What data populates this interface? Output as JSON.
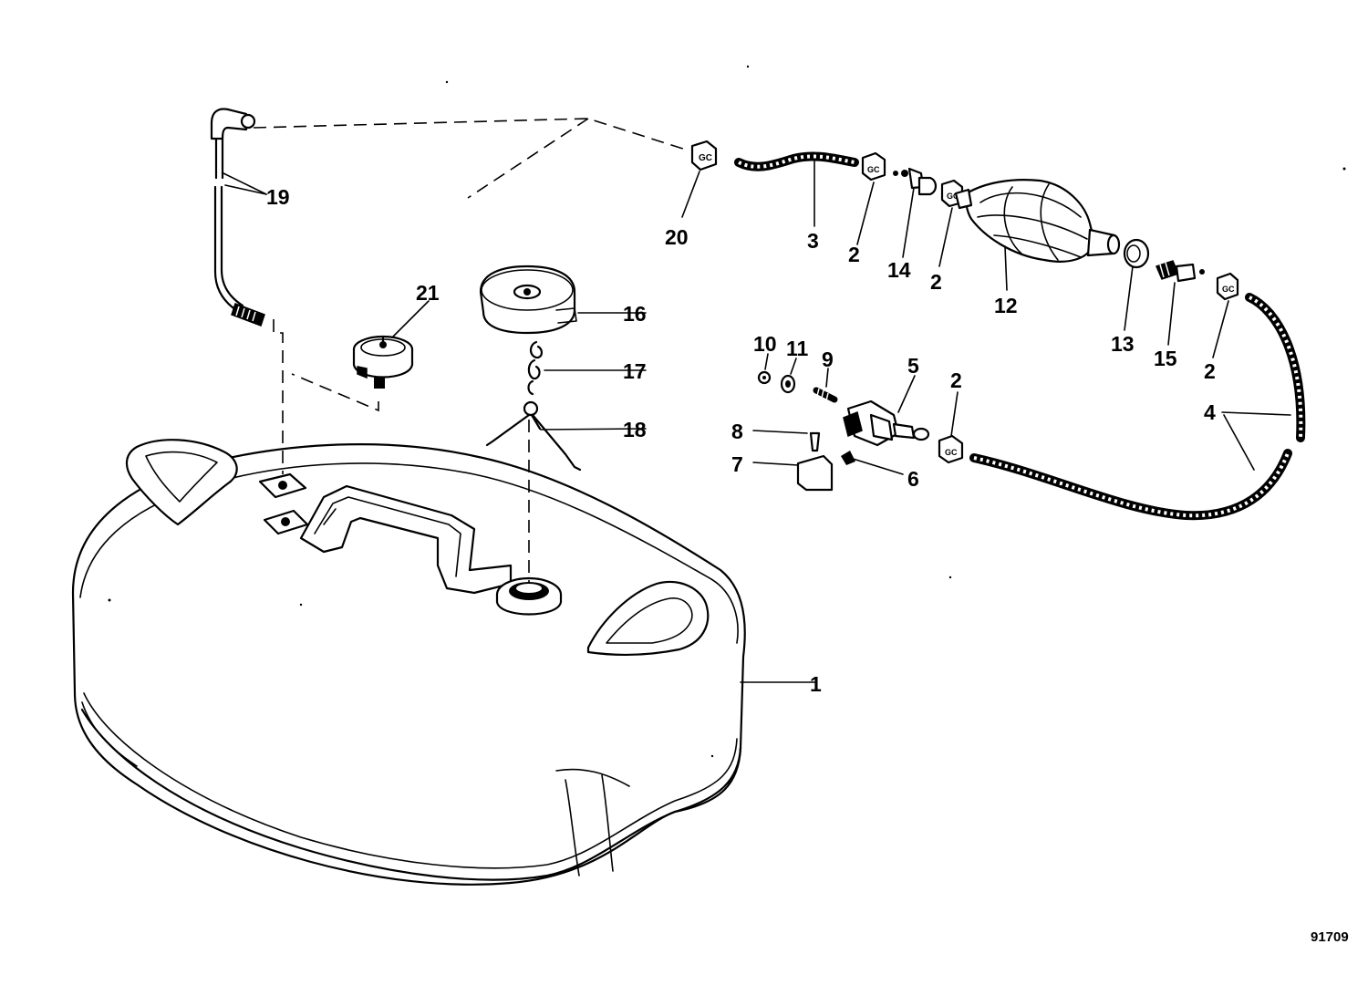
{
  "figure_code": "91709",
  "callouts": [
    {
      "id": "1",
      "text": "1"
    },
    {
      "id": "2a",
      "text": "2"
    },
    {
      "id": "2b",
      "text": "2"
    },
    {
      "id": "2c",
      "text": "2"
    },
    {
      "id": "2d",
      "text": "2"
    },
    {
      "id": "3",
      "text": "3"
    },
    {
      "id": "4",
      "text": "4"
    },
    {
      "id": "5",
      "text": "5"
    },
    {
      "id": "6",
      "text": "6"
    },
    {
      "id": "7",
      "text": "7"
    },
    {
      "id": "8",
      "text": "8"
    },
    {
      "id": "9",
      "text": "9"
    },
    {
      "id": "10",
      "text": "10"
    },
    {
      "id": "11",
      "text": "11"
    },
    {
      "id": "12",
      "text": "12"
    },
    {
      "id": "13",
      "text": "13"
    },
    {
      "id": "14",
      "text": "14"
    },
    {
      "id": "15",
      "text": "15"
    },
    {
      "id": "16",
      "text": "16"
    },
    {
      "id": "17",
      "text": "17"
    },
    {
      "id": "18",
      "text": "18"
    },
    {
      "id": "19",
      "text": "19"
    },
    {
      "id": "20",
      "text": "20"
    },
    {
      "id": "21",
      "text": "21"
    }
  ]
}
